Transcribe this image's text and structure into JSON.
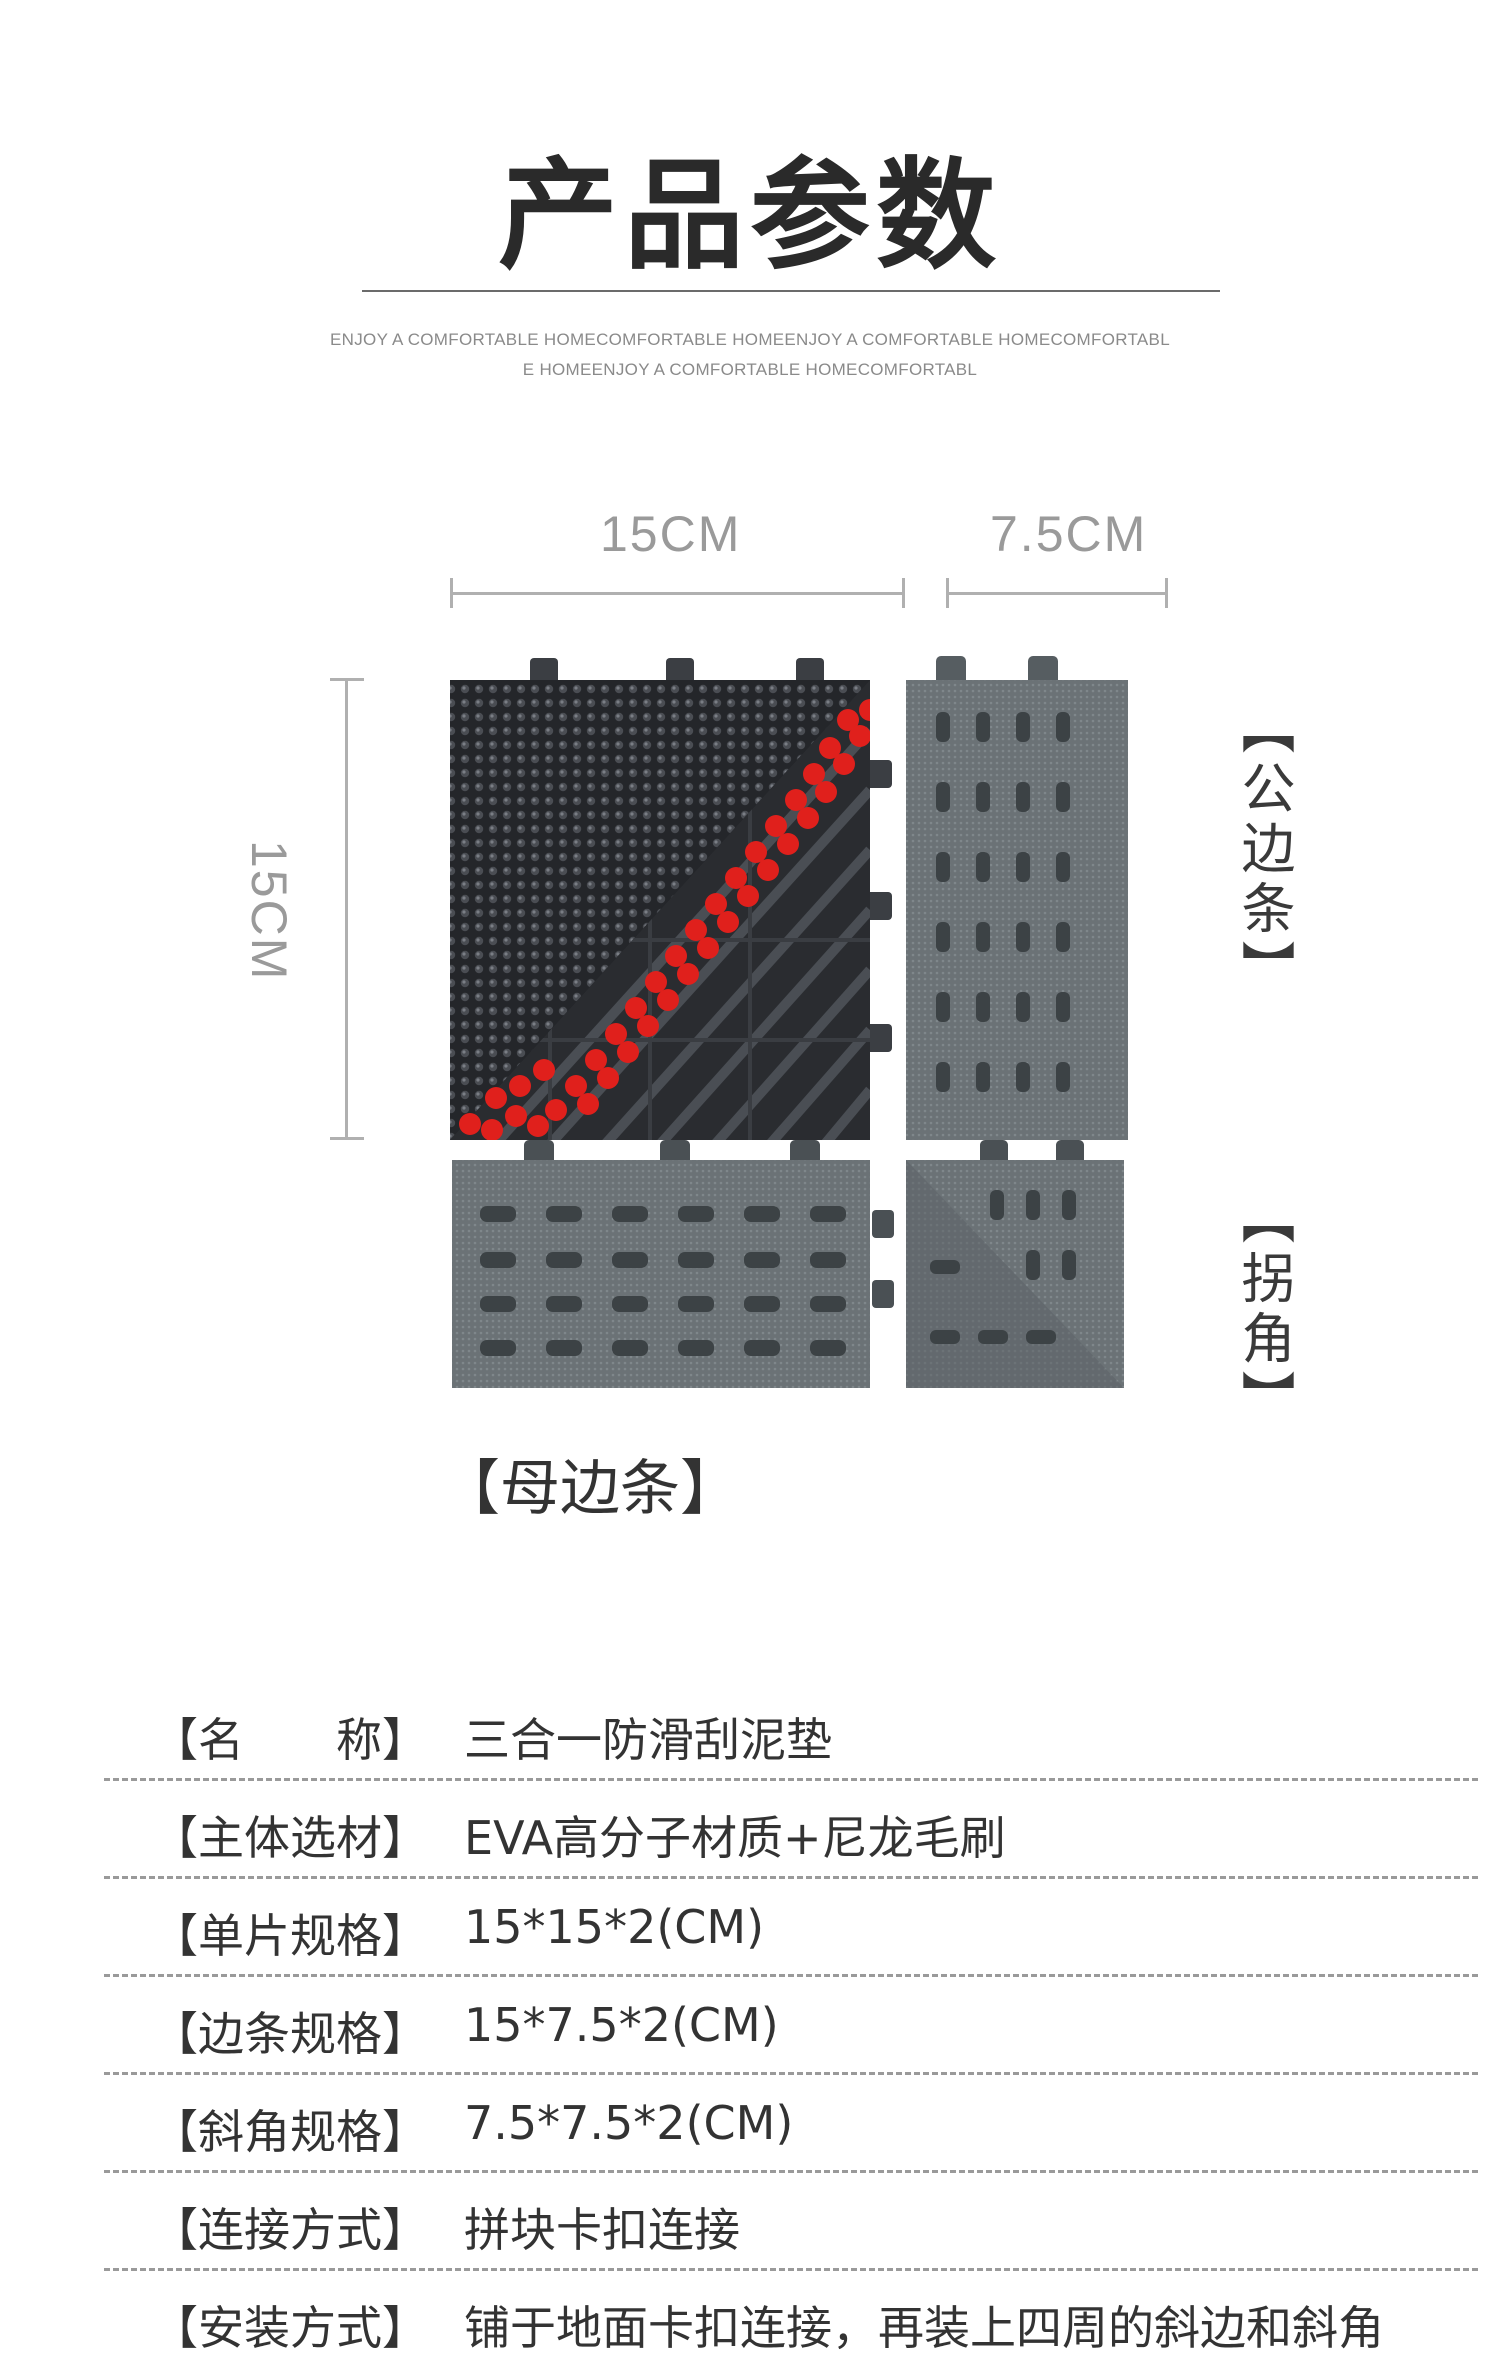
{
  "header": {
    "title": "产品参数",
    "subtitle_line1": "ENJOY A COMFORTABLE HOMECOMFORTABLE HOMEENJOY A COMFORTABLE HOMECOMFORTABL",
    "subtitle_line2": "E HOMEENJOY A COMFORTABLE HOMECOMFORTABL"
  },
  "diagram": {
    "width_main": "15CM",
    "width_strip": "7.5CM",
    "height_main": "15CM",
    "label_male_strip": "【公边条】",
    "label_corner": "【拐角】",
    "label_female_strip": "【母边条】",
    "colors": {
      "tile_dark": "#2b2d31",
      "tile_grey": "#6d7478",
      "bristle_red": "#e0201c"
    }
  },
  "specs": [
    {
      "key": "【名　　称】",
      "value": "三合一防滑刮泥垫"
    },
    {
      "key": "【主体选材】",
      "value": "EVA高分子材质+尼龙毛刷"
    },
    {
      "key": "【单片规格】",
      "value": "15*15*2(CM)"
    },
    {
      "key": "【边条规格】",
      "value": "15*7.5*2(CM)"
    },
    {
      "key": "【斜角规格】",
      "value": "7.5*7.5*2(CM)"
    },
    {
      "key": "【连接方式】",
      "value": "拼块卡扣连接"
    },
    {
      "key": "【安装方式】",
      "value": "铺于地面卡扣连接，再装上四周的斜边和斜角"
    }
  ]
}
